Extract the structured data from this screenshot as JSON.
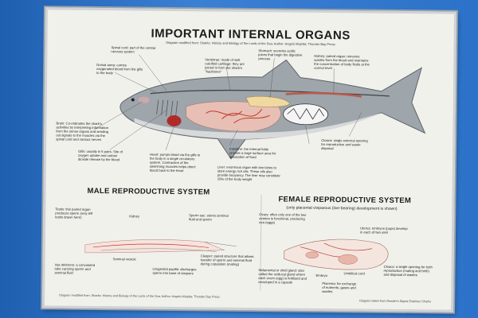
{
  "poster": {
    "title": "IMPORTANT INTERNAL ORGANS",
    "credit": "Diagram modified from: Sharks: History and Biology of the Lords of the Sea; Author: Angelo Mojetta; Thunder Bay Press",
    "sections": {
      "male": "MALE REPRODUCTIVE SYSTEM",
      "female": "FEMALE REPRODUCTIVE SYSTEM",
      "female_note": "(only placental viviparous (live-bearing) development is shown)"
    },
    "organ_labels": {
      "spinal_cord": "Spinal cord: part of the central nervous system",
      "vertebrae": "Vertebrae: made of well calcified cartilage; they are joined to form the shark's \"backbone\"",
      "stomach": "Stomach: secretes acidic juices that begin the digestive process",
      "kidney": "Kidney: paired organ; removes wastes from the blood and maintains the concentration of body fluids at the correct level",
      "dorsal_aorta": "Dorsal aorta: carries oxygenated blood from the gills to the body",
      "brain": "Brain: Co-ordinates the shark's activities by interpreting information from the sense organs and sending out signals to the muscles via the spinal cord and various nerves",
      "gills": "Gills: usually in 5 pairs. Site of oxygen uptake and carbon dioxide release by the blood",
      "heart": "Heart: pumps blood via the gills to the body in a single circulatory system. Contraction of the swimming muscles helps direct blood back to the heart",
      "intestine": "Intestine: the internal folds provide a large surface area for absorption of food",
      "cloaca": "Cloaca: single external opening for reproductive and waste disposal",
      "liver": "Liver: enormous organ with two lobes to store energy rich oils. These oils also provide buoyancy. The liver may constitute 25% of the body weight"
    },
    "male_labels": {
      "testis": "Testis: this paired organ produces sperm (only left testis drawn here)",
      "kidney": "Kidney",
      "sperm_sac": "Sperm sac: stores seminal fluid and sperm",
      "vas_deferens": "Vas deferens: a convoluted tube carrying sperm and seminal fluid",
      "seminal_vesicle": "Seminal vesicle",
      "urogenital_papilla": "Urogenital papilla: discharges sperm into base of claspers",
      "claspers": "Clasper: paired structure that allows transfer of sperm and seminal fluid during copulation (mating)"
    },
    "female_labels": {
      "ovary": "Ovary: often only one of the two ovaries is functional, producing ova (eggs)",
      "uterus": "Uterus: embryos (pups) develop in each of two uteri",
      "nidamental": "Nidamental or shell gland: also called the oviducal gland where each ovum (egg) is fertilised and enveloped in a capsule",
      "embryo": "Embryo",
      "umbilical": "Umbilical cord",
      "placenta": "Placenta: for exchange of nutrients, gases and wastes",
      "cloaca": "Cloaca: a single opening for both reproduction (mating and birth) and disposal of wastes"
    },
    "footnotes": {
      "male": "Diagram modified from: Sharks: History and Biology of the Lords of the Sea; Author: Angelo Mojetta; Thunder Bay Press",
      "female": "Diagram taken from Reader's Digest Explores Sharks"
    }
  },
  "colors": {
    "wall": "#2a6fc2",
    "poster": "#f1f1ec",
    "shark": "#8c949b",
    "liver": "#e8bfb4",
    "heart": "#b02a2a",
    "vessels": "#c0392b"
  }
}
